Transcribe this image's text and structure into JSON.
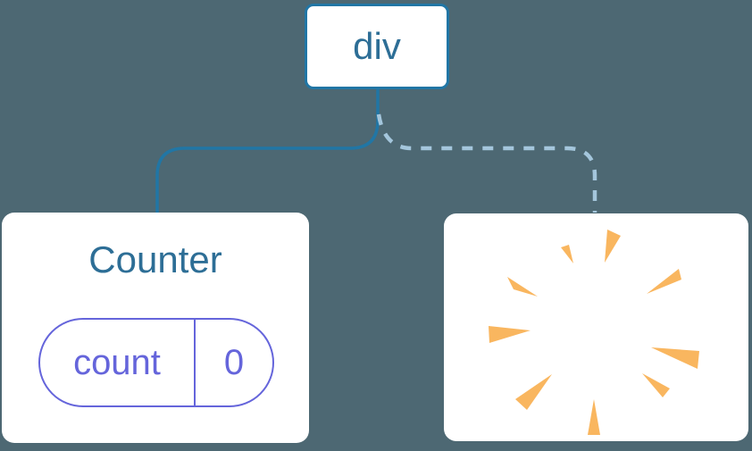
{
  "diagram": {
    "type": "component-tree",
    "root": {
      "label": "div"
    },
    "children": [
      {
        "id": "counter",
        "title": "Counter",
        "state": {
          "key": "count",
          "value": "0"
        },
        "connection": "solid"
      },
      {
        "id": "removed-component",
        "icon": "poof-burst-icon",
        "connection": "dashed"
      }
    ],
    "connectors": [
      {
        "from": "root",
        "to": "counter",
        "style": "solid"
      },
      {
        "from": "root",
        "to": "removed-component",
        "style": "dashed"
      }
    ]
  },
  "colors": {
    "background": "#4d6873",
    "box_fill": "#ffffff",
    "node_border": "#2176a5",
    "solid_line": "#2176a5",
    "dashed_line": "#a4c6dc",
    "node_text": "#2d6e96",
    "state_accent": "#6565db",
    "poof_orange": "#f9b65f"
  }
}
